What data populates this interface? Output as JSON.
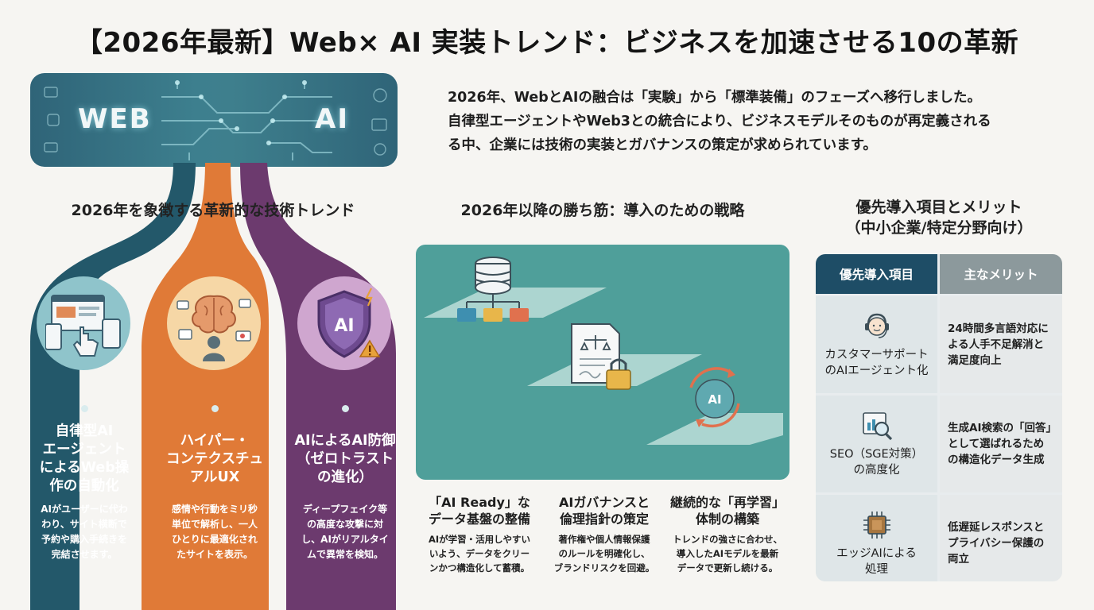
{
  "title": "【2026年最新】Web× AI 実装トレンド：ビジネスを加速させる10の革新",
  "banner": {
    "left_word": "WEB",
    "right_word": "AI"
  },
  "intro": {
    "lines": [
      "2026年、WebとAIの融合は「実験」から「標準装備」のフェーズへ移行しました。",
      "自律型エージェントやWeb3との統合により、ビジネスモデルそのものが再定義される",
      "る中、企業には技術の実装とガバナンスの策定が求められています。"
    ]
  },
  "trends": {
    "heading": "2026年を象徴する革新的な技術トレンド",
    "items": [
      {
        "title": [
          "自律型AI",
          "エージェント",
          "によるWeb操",
          "作の自動化"
        ],
        "desc": [
          "AIがユーザーに代わ",
          "わり、サイト横断で",
          "予約や購入手続きを",
          "完結させます。"
        ],
        "icon": "web-automation-icon",
        "color": "#23586a",
        "icon_bg": "#8fc4cb"
      },
      {
        "title": [
          "ハイパー・",
          "コンテクスチュ",
          "アルUX"
        ],
        "desc": [
          "感情や行動をミリ秒",
          "単位で解析し、一人",
          "ひとりに最適化され",
          "たサイトを表示。"
        ],
        "icon": "brain-personalization-icon",
        "color": "#e07a37",
        "icon_bg": "#f6d7a6"
      },
      {
        "title": [
          "AIによるAI防御",
          "（ゼロトラスト",
          "の進化）"
        ],
        "desc": [
          "ディープフェイク等",
          "の高度な攻撃に対",
          "し、AIがリアルタイ",
          "ムで異常を検知。"
        ],
        "icon": "ai-shield-icon",
        "color": "#6c3a6e",
        "icon_bg": "#cfa6cf"
      }
    ]
  },
  "strategy": {
    "heading": "2026年以降の勝ち筋：導入のための戦略",
    "items": [
      {
        "title": [
          "「AI Ready」な",
          "データ基盤の整備"
        ],
        "desc": [
          "AIが学習・活用しやすい",
          "いよう、データをクリー",
          "ンかつ構造化して蓄積。"
        ],
        "icon": "database-icon"
      },
      {
        "title": [
          "AIガバナンスと",
          "倫理指針の策定"
        ],
        "desc": [
          "著作権や個人情報保護",
          "のルールを明確化し、",
          "ブランドリスクを回避。"
        ],
        "icon": "governance-document-icon"
      },
      {
        "title": [
          "継続的な「再学習」",
          "体制の構築"
        ],
        "desc": [
          "トレンドの強さに合わせ、",
          "導入したAIモデルを最新",
          "データで更新し続ける。"
        ],
        "icon": "ai-retraining-cycle-icon"
      }
    ]
  },
  "priority": {
    "heading": [
      "優先導入項目とメリット",
      "（中小企業/特定分野向け）"
    ],
    "col_item": "優先導入項目",
    "col_benefit": "主なメリット",
    "rows": [
      {
        "item": [
          "カスタマーサポート",
          "のAIエージェント化"
        ],
        "benefit": [
          "24時間多言語対応に",
          "よる人手不足解消と",
          "満足度向上"
        ],
        "icon": "support-agent-icon"
      },
      {
        "item": [
          "SEO（SGE対策）",
          "の高度化"
        ],
        "benefit": [
          "生成AI検索の「回答」",
          "として選ばれるため",
          "の構造化データ生成"
        ],
        "icon": "search-analytics-icon"
      },
      {
        "item": [
          "エッジAIによる",
          "処理"
        ],
        "benefit": [
          "低遅延レスポンスと",
          "プライバシー保護の",
          "両立"
        ],
        "icon": "edge-chip-icon"
      }
    ],
    "colors": {
      "header_item": "#1e4d66",
      "header_benefit": "#8c999c"
    }
  }
}
